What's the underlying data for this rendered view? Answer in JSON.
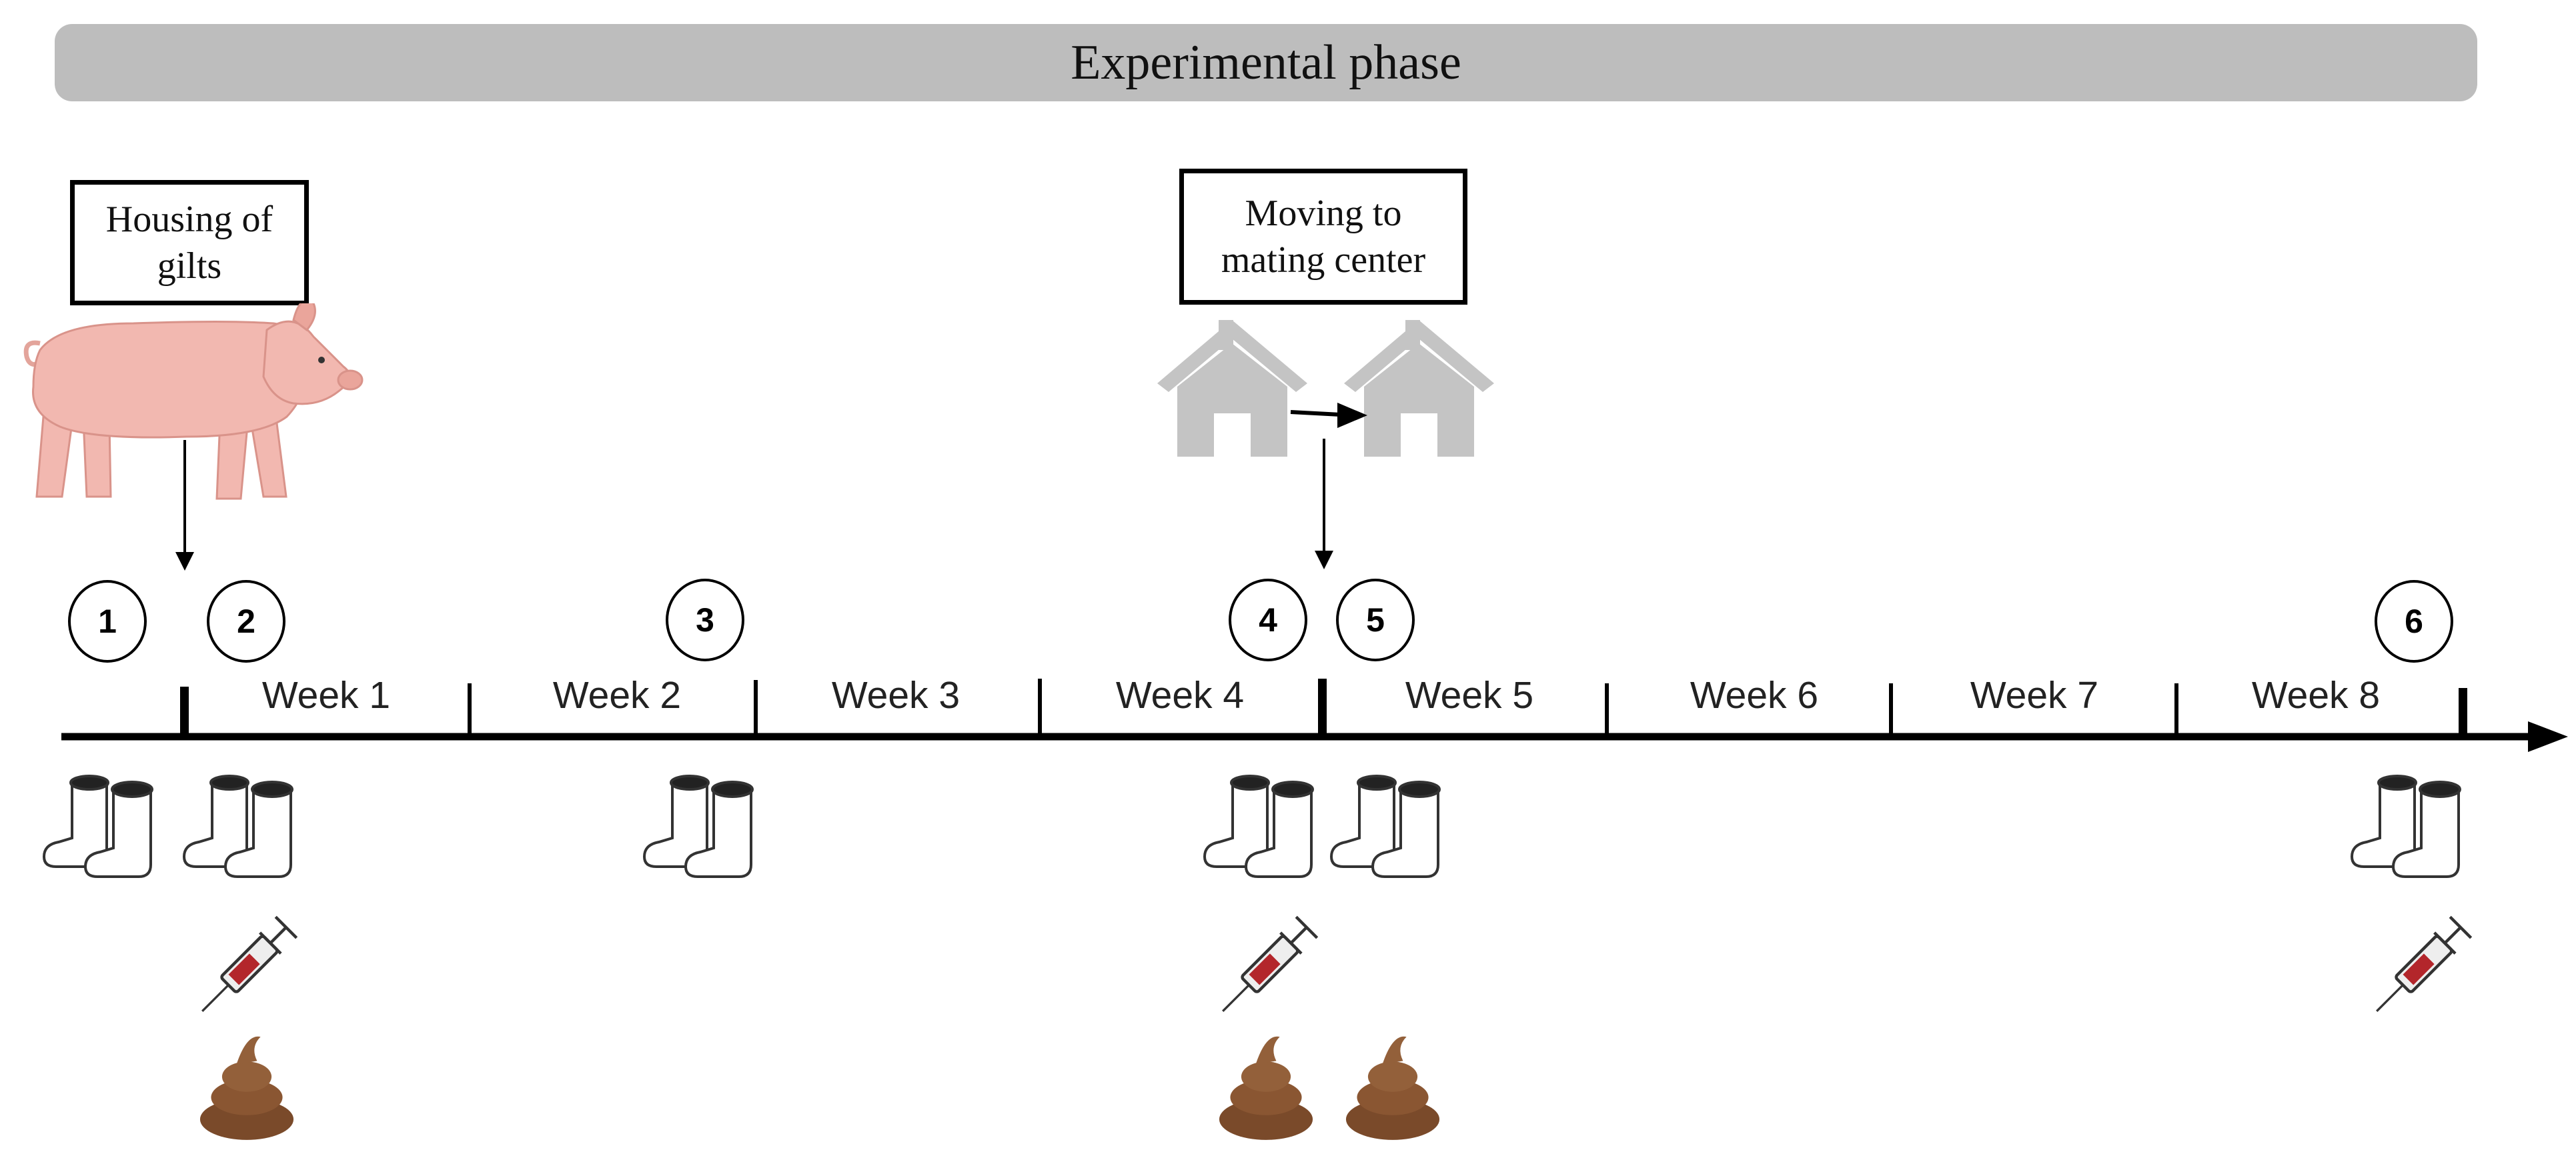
{
  "header": {
    "title": "Experimental phase"
  },
  "annotations": {
    "housing": {
      "line1": "Housing of",
      "line2": "gilts"
    },
    "moving": {
      "line1": "Moving to",
      "line2": "mating center"
    }
  },
  "sampling_points": [
    "1",
    "2",
    "3",
    "4",
    "5",
    "6"
  ],
  "weeks": [
    "Week 1",
    "Week 2",
    "Week 3",
    "Week 4",
    "Week 5",
    "Week 6",
    "Week 7",
    "Week 8"
  ],
  "icons": {
    "pig": "pig-icon",
    "house": "house-icon",
    "boots": "boots-icon",
    "syringe": "syringe-icon",
    "feces": "feces-icon"
  },
  "colors": {
    "phase_bar": "#bdbdbd",
    "pig": "#f2b8b0",
    "house": "#c4c4c4",
    "blood": "#b3262b",
    "feces": "#7a4a2a"
  }
}
